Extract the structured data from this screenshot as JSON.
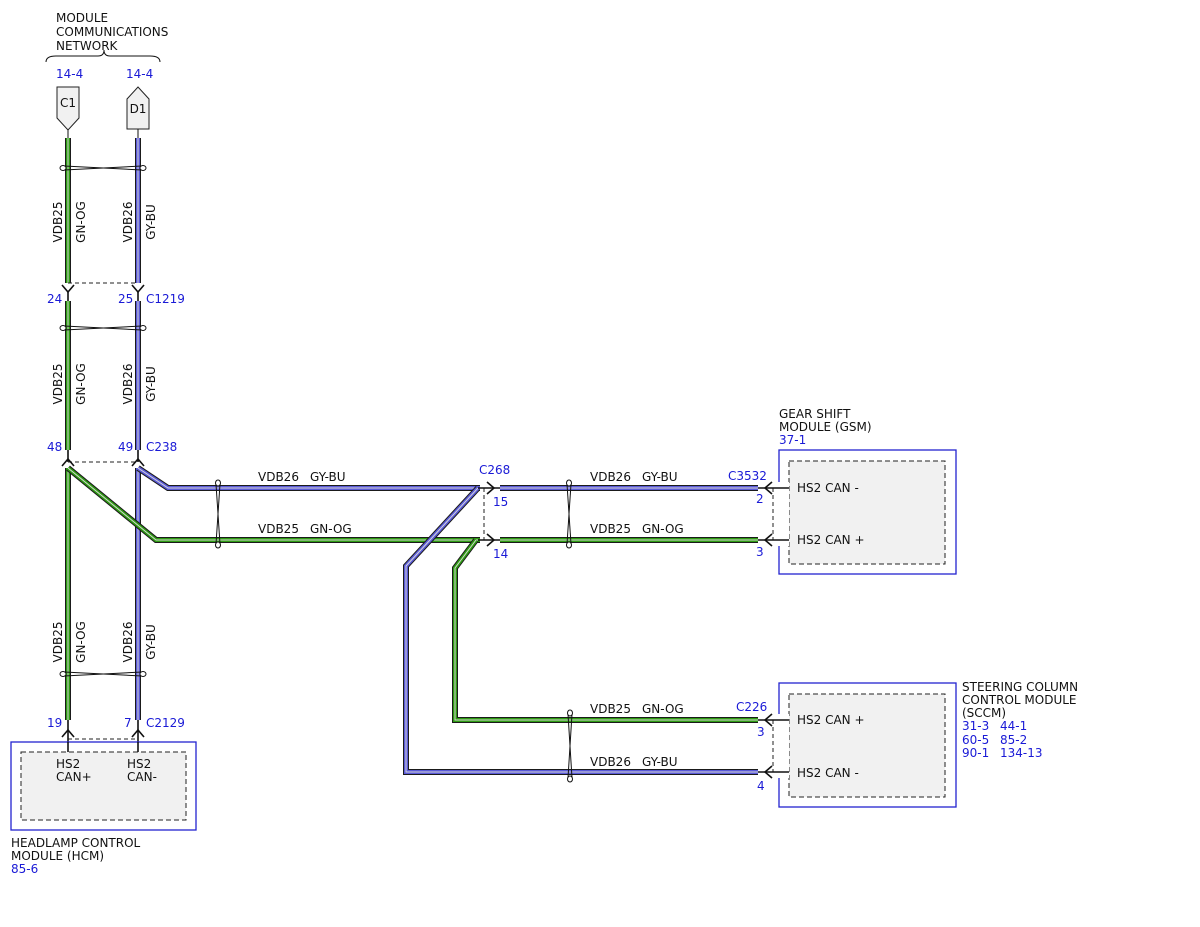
{
  "network": {
    "title_lines": [
      "MODULE",
      "COMMUNICATIONS",
      "NETWORK"
    ],
    "ref_c1": "14-4",
    "ref_d1": "14-4",
    "conn_c1": "C1",
    "conn_d1": "D1"
  },
  "wires": {
    "vdb25": "VDB25",
    "vdb26": "VDB26",
    "gn_og": "GN-OG",
    "gy_bu": "GY-BU"
  },
  "connectors": {
    "c1219": {
      "name": "C1219",
      "pin_a": "24",
      "pin_b": "25"
    },
    "c238": {
      "name": "C238",
      "pin_a": "48",
      "pin_b": "49"
    },
    "c2129": {
      "name": "C2129",
      "pin_a": "19",
      "pin_b": "7"
    },
    "c268": {
      "name": "C268",
      "pin_a": "15",
      "pin_b": "14"
    },
    "c3532": {
      "name": "C3532",
      "pin_a": "2",
      "pin_b": "3"
    },
    "c226": {
      "name": "C226",
      "pin_a": "3",
      "pin_b": "4"
    }
  },
  "gsm": {
    "title_lines": [
      "GEAR SHIFT",
      "MODULE (GSM)"
    ],
    "ref": "37-1",
    "pin_top": "HS2 CAN -",
    "pin_bottom": "HS2 CAN +"
  },
  "sccm": {
    "title_lines": [
      "STEERING COLUMN",
      "CONTROL MODULE",
      "(SCCM)"
    ],
    "refs": [
      [
        "31-3",
        "44-1"
      ],
      [
        "60-5",
        "85-2"
      ],
      [
        "90-1",
        "134-13"
      ]
    ],
    "pin_top": "HS2 CAN +",
    "pin_bottom": "HS2 CAN -"
  },
  "hcm": {
    "title_lines": [
      "HEADLAMP CONTROL",
      "MODULE (HCM)"
    ],
    "ref": "85-6",
    "pin_left": [
      "HS2",
      "CAN+"
    ],
    "pin_right": [
      "HS2",
      "CAN-"
    ]
  },
  "colors": {
    "green_wire": "#2e9c12",
    "blue_wire": "#5a5ad8",
    "reference_blue": "#1a1ad6"
  }
}
